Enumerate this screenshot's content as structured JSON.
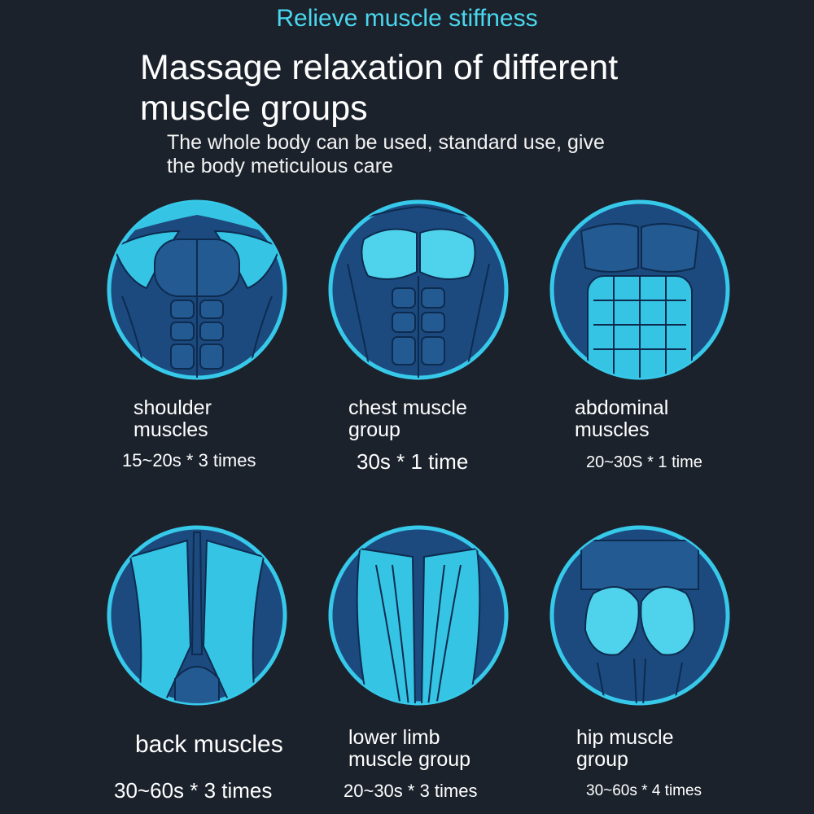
{
  "header": {
    "tagline": "Relieve muscle stiffness",
    "title_line1": "Massage relaxation of different",
    "title_line2": "muscle groups",
    "subtitle_line1": "The whole body can be used, standard use, give",
    "subtitle_line2": "the body meticulous care"
  },
  "colors": {
    "background": "#1b222c",
    "accent": "#4ad7ee",
    "circle_fill": "#1c4a7e",
    "highlight": "#35c4e3"
  },
  "groups": [
    {
      "label_line1": "shoulder",
      "label_line2": "muscles",
      "timing": "15~20s * 3 times",
      "icon": "shoulder-muscles-icon"
    },
    {
      "label_line1": "chest muscle",
      "label_line2": "group",
      "timing": "30s * 1 time",
      "icon": "chest-muscles-icon"
    },
    {
      "label_line1": "abdominal",
      "label_line2": "muscles",
      "timing": "20~30S * 1 time",
      "icon": "abdominal-muscles-icon"
    },
    {
      "label_line1": "back muscles",
      "label_line2": "",
      "timing": "30~60s * 3 times",
      "icon": "back-muscles-icon"
    },
    {
      "label_line1": "lower limb",
      "label_line2": "muscle group",
      "timing": "20~30s * 3 times",
      "icon": "lower-limb-icon"
    },
    {
      "label_line1": "hip muscle",
      "label_line2": "group",
      "timing": "30~60s * 4 times",
      "icon": "hip-muscles-icon"
    }
  ]
}
